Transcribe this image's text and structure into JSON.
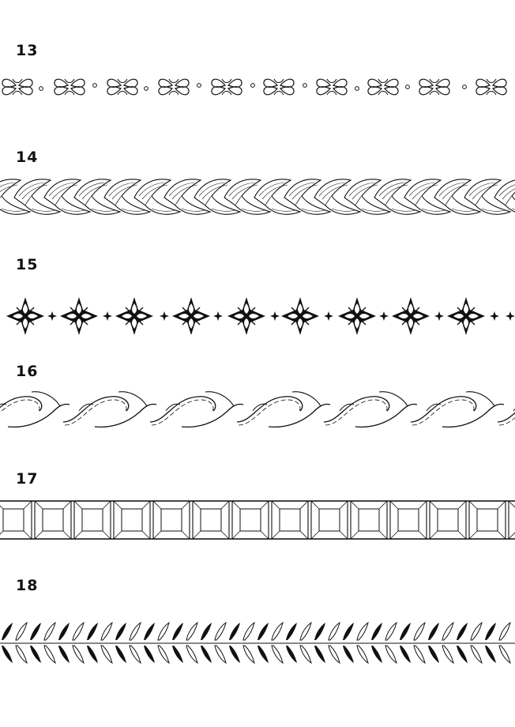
{
  "ink_color": "#111111",
  "paper_color": "#ffffff",
  "patterns": [
    {
      "number": "13",
      "style": "quatrefoil-leaf-rosettes-with-small-rings",
      "icon": "rosette-icon"
    },
    {
      "number": "14",
      "style": "braided-plait-border",
      "icon": "braid-icon"
    },
    {
      "number": "15",
      "style": "fleur-cross-diamonds-with-sparkles",
      "icon": "fleur-cross-icon"
    },
    {
      "number": "16",
      "style": "interlaced-scroll-vine-border",
      "icon": "scroll-vine-icon"
    },
    {
      "number": "17",
      "style": "bevelled-square-chain-border",
      "icon": "square-chain-icon"
    },
    {
      "number": "18",
      "style": "double-row-leaf-border",
      "icon": "leaf-row-icon"
    }
  ]
}
